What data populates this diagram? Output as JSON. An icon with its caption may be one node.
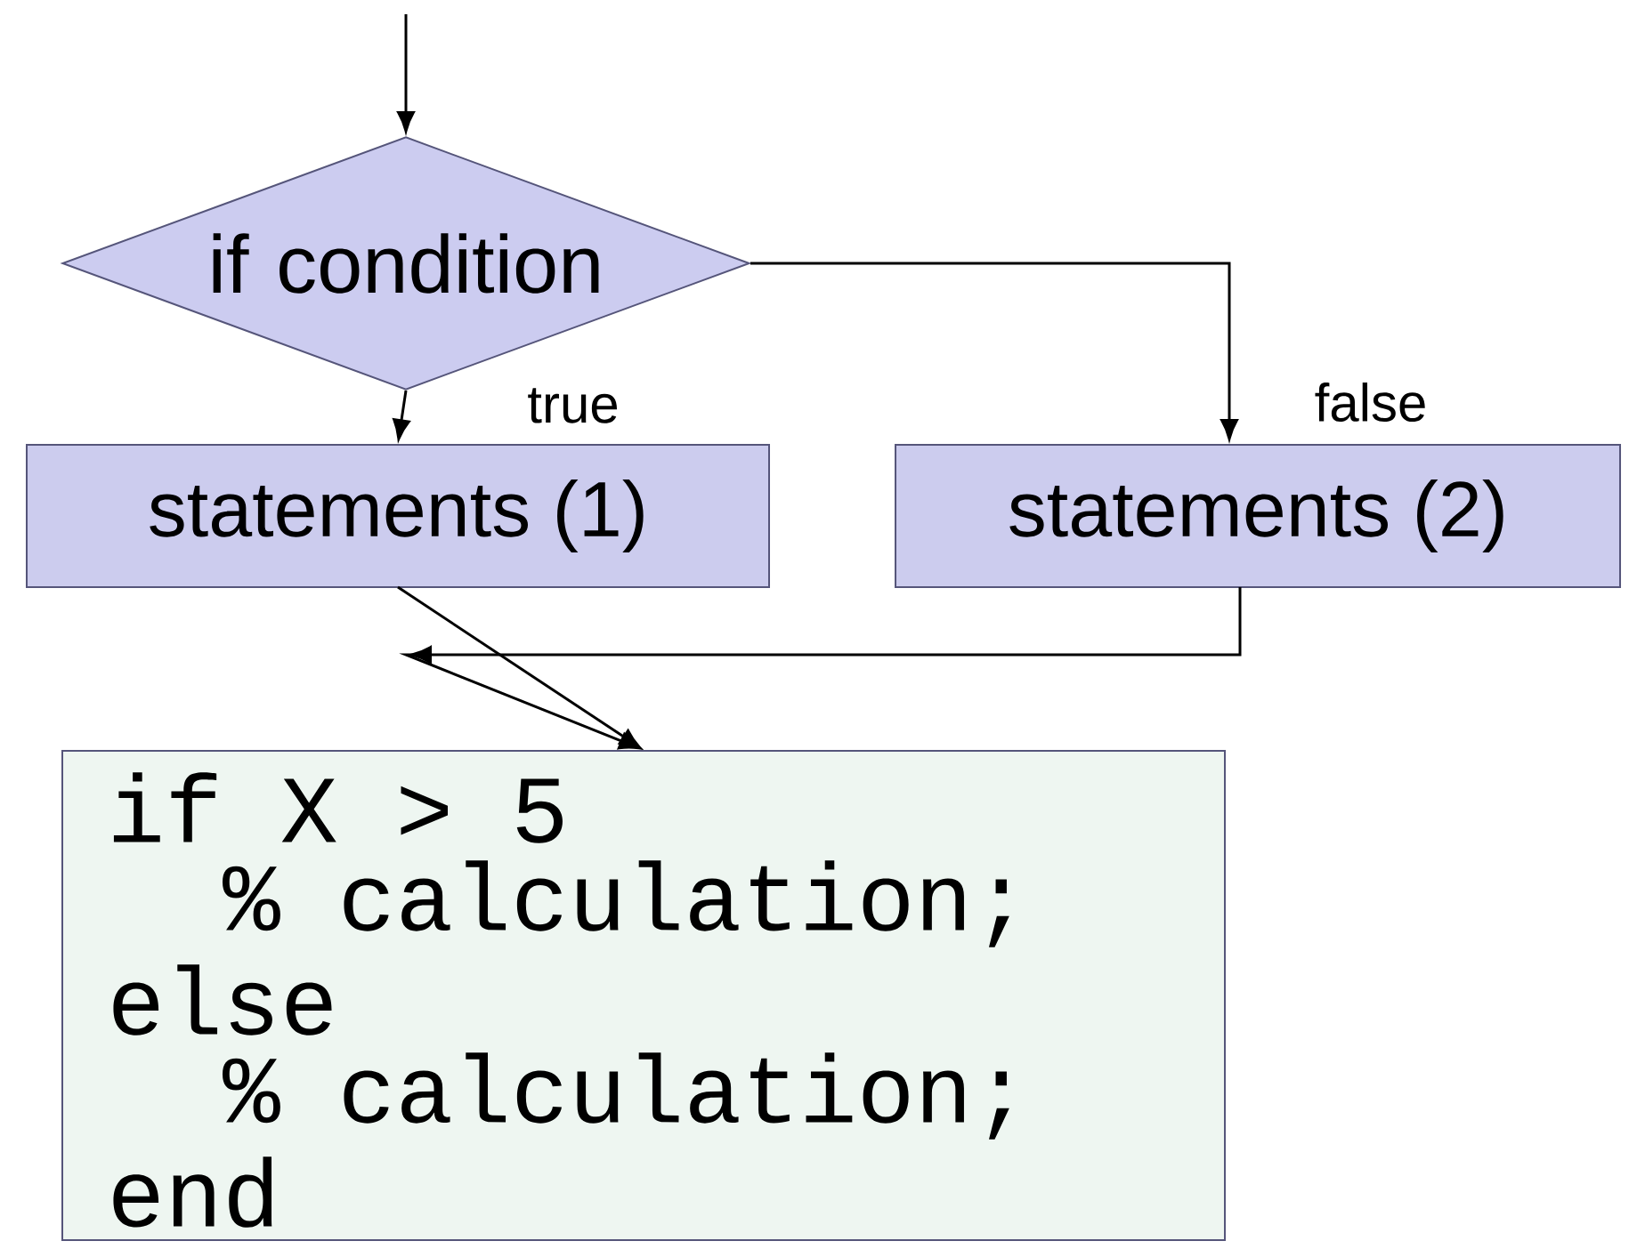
{
  "diagram": {
    "nodes": [
      {
        "text": [
          "if condition"
        ]
      },
      {
        "text": [
          "statements (1)"
        ]
      },
      {
        "text": [
          "statements (2)"
        ]
      },
      {
        "text": [
          "if X > 5",
          "% calculation;",
          "else",
          "% calculation;",
          "end"
        ]
      }
    ],
    "edges": [
      {
        "from": null,
        "to": 0,
        "arrow": "to"
      },
      {
        "from": 0,
        "to": 1,
        "arrow": "to",
        "label": "true"
      },
      {
        "from": 0,
        "to": 2,
        "arrow": "to",
        "label": "false"
      },
      {
        "from": 1,
        "to": 3,
        "arrow": "to"
      },
      {
        "from": 2,
        "to": 3,
        "arrow": "to"
      }
    ]
  }
}
